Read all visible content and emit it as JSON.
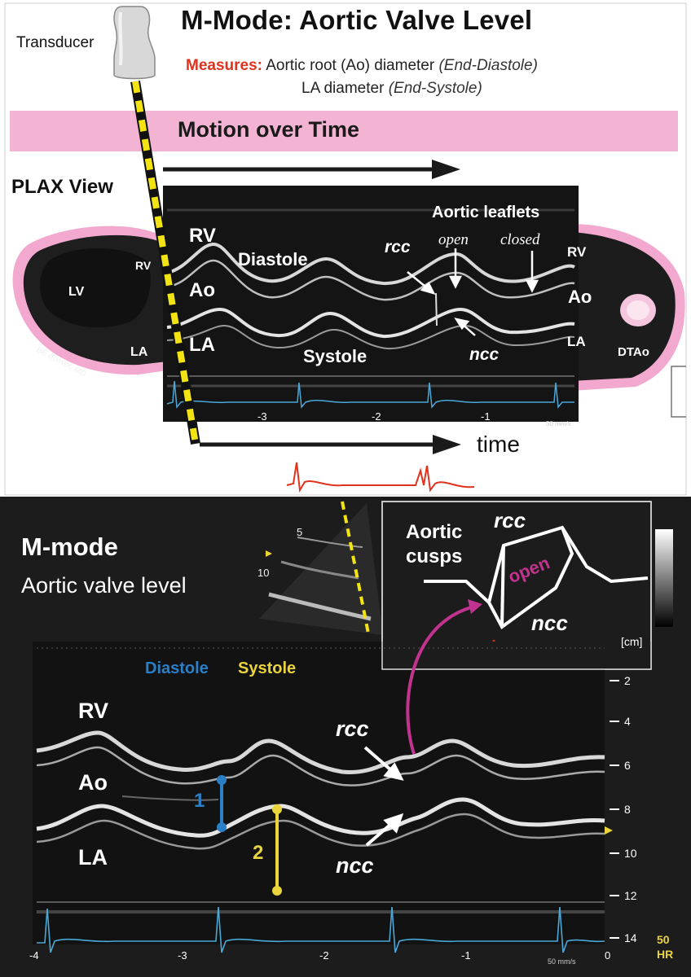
{
  "header": {
    "transducer_label": "Transducer",
    "title": "M-Mode: Aortic Valve Level",
    "measures_prefix": "Measures:",
    "measure_1": "Aortic root (Ao) diameter",
    "measure_1_note": "(End-Diastole)",
    "measure_2": "LA diameter",
    "measure_2_note": "(End-Systole)"
  },
  "band_label": "Motion over Time",
  "plax_label": "PLAX View",
  "time_label": "time",
  "heart_labels": {
    "lv": "LV",
    "rv": "RV",
    "la": "LA",
    "rv_right": "RV",
    "la_right": "LA",
    "dtao": "DTAo",
    "credit": "BE Bulwer, MD"
  },
  "top_image": {
    "rv": "RV",
    "ao": "Ao",
    "la": "LA",
    "ao_right": "Ao",
    "diastole": "Diastole",
    "systole": "Systole",
    "rcc": "rcc",
    "ncc": "ncc",
    "leaflets": "Aortic leaflets",
    "open": "open",
    "closed": "closed",
    "ticks": [
      "-3",
      "-2",
      "-1"
    ],
    "speed": "50 mm/s"
  },
  "bottom": {
    "title": "M-mode",
    "subtitle": "Aortic valve level",
    "inset_depths": [
      "5",
      "10"
    ],
    "cusps_label_1": "Aortic",
    "cusps_label_2": "cusps",
    "cusps_rcc": "rcc",
    "cusps_ncc": "ncc",
    "cusps_open": "open",
    "diastole": "Diastole",
    "systole": "Systole",
    "rv": "RV",
    "ao": "Ao",
    "la": "LA",
    "rcc": "rcc",
    "ncc": "ncc",
    "marker_1": "1",
    "marker_2": "2",
    "scale_unit": "[cm]",
    "scale": [
      "2",
      "4",
      "6",
      "8",
      "10",
      "12",
      "14"
    ],
    "x_ticks": [
      "-4",
      "-3",
      "-2",
      "-1",
      "0"
    ],
    "speed": "50 mm/s",
    "hr_value": "50",
    "hr_label": "HR"
  },
  "colors": {
    "accent_pink": "#f3b3d3",
    "measure_red": "#e0321c",
    "diastole_blue": "#2b7fc7",
    "systole_yellow": "#e9d43c",
    "ecg_cyan": "#4aa8d8",
    "arrow_magenta": "#c2338f"
  }
}
